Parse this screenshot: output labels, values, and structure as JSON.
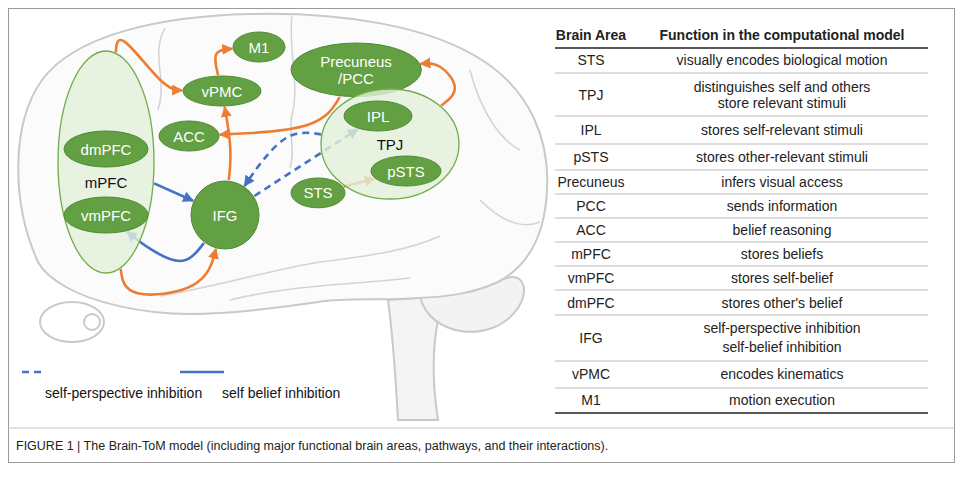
{
  "diagram": {
    "caption": "FIGURE 1 | The Brain-ToM model (including major functional brain areas, pathways, and their interactions).",
    "nodes": [
      {
        "text": [
          "mPFC"
        ]
      },
      {
        "text": [
          "dmPFC"
        ],
        "in": 0
      },
      {
        "text": [
          "vmPFC"
        ],
        "in": 0
      },
      {
        "text": [
          "M1"
        ]
      },
      {
        "text": [
          "vPMC"
        ]
      },
      {
        "text": [
          "ACC"
        ]
      },
      {
        "text": [
          "Precuneus /PCC"
        ]
      },
      {
        "text": [
          "TPJ"
        ]
      },
      {
        "text": [
          "IPL"
        ],
        "in": 7
      },
      {
        "text": [
          "pSTS"
        ],
        "in": 7
      },
      {
        "text": [
          "IFG"
        ]
      },
      {
        "text": [
          "STS"
        ]
      }
    ],
    "edges": [
      {
        "from": 0,
        "to": 4,
        "arrow": "to"
      },
      {
        "from": 4,
        "to": 3,
        "arrow": "to"
      },
      {
        "from": 6,
        "to": 5,
        "arrow": "to"
      },
      {
        "from": 10,
        "to": 4,
        "arrow": "to"
      },
      {
        "from": 7,
        "to": 6,
        "arrow": "to"
      },
      {
        "from": 11,
        "to": 9,
        "arrow": "to"
      },
      {
        "from": 0,
        "to": 10,
        "arrow": "to"
      },
      {
        "from": 0,
        "to": 10,
        "arrow": "to"
      },
      {
        "from": 10,
        "to": 2,
        "arrow": "to"
      },
      {
        "from": 7,
        "to": 10,
        "arrow": "to"
      },
      {
        "from": 10,
        "to": 8,
        "arrow": "to"
      }
    ],
    "labels": [
      "Brain Area",
      "Function in the computational model",
      "STS",
      "visually encodes biological motion",
      "TPJ",
      "distinguishes self and others",
      "store relevant stimuli",
      "IPL",
      "stores self-relevant stimuli",
      "pSTS",
      "stores other-relevant stimuli",
      "Precuneus",
      "infers visual access",
      "PCC",
      "sends information",
      "ACC",
      "belief reasoning",
      "mPFC",
      "stores beliefs",
      "vmPFC",
      "stores self-belief",
      "dmPFC",
      "stores other's belief",
      "IFG",
      "self-perspective inhibition",
      "self-belief inhibition",
      "vPMC",
      "encodes kinematics",
      "M1",
      "motion execution"
    ],
    "legend": [
      {
        "text": "self-perspective inhibition"
      },
      {
        "text": "self belief inhibition"
      }
    ]
  }
}
